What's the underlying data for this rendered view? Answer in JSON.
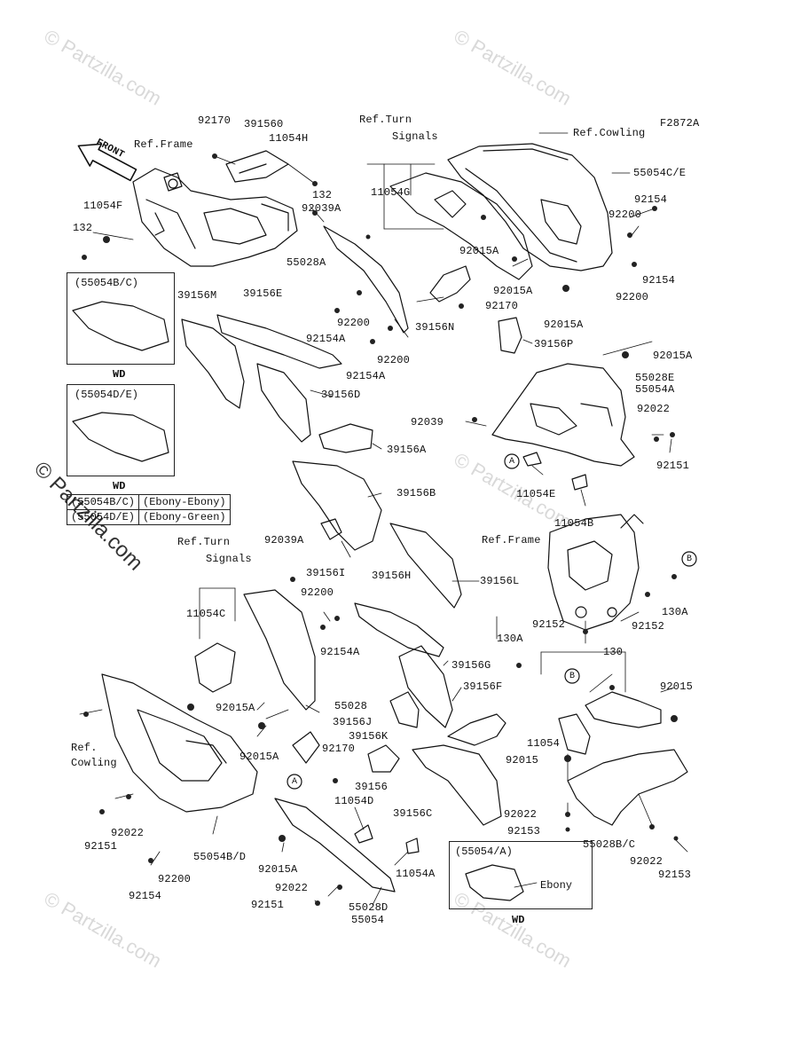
{
  "diagram_code": "F2872A",
  "watermark": "© Partzilla.com",
  "front_arrow": "FRONT",
  "labels": {
    "ref_frame_top": "Ref.Frame",
    "ref_turn_signals_top_1": "Ref.Turn",
    "ref_turn_signals_top_2": "Signals",
    "ref_cowling_top": "Ref.Cowling",
    "ref_frame_mid": "Ref.Frame",
    "ref_turn_signals_mid_1": "Ref.Turn",
    "ref_turn_signals_mid_2": "Signals",
    "ref_cowling_low_1": "Ref.",
    "ref_cowling_low_2": "Cowling",
    "p92170_a": "92170",
    "p391560": "391560",
    "p11054H": "11054H",
    "p132_a": "132",
    "p92039A_a": "92039A",
    "p11054F": "11054F",
    "p132_b": "132",
    "p11054G": "11054G",
    "p55054CE": "55054C/E",
    "p92154_a": "92154",
    "p92200_a": "92200",
    "p92154_b": "92154",
    "p92200_b": "92200",
    "p55028A": "55028A",
    "p92015A_a": "92015A",
    "p92015A_b": "92015A",
    "p92170_b": "92170",
    "p92015A_c": "92015A",
    "p39156M": "39156M",
    "p39156E": "39156E",
    "p92200_c": "92200",
    "p92154A_a": "92154A",
    "p39156N": "39156N",
    "p92200_d": "92200",
    "p92154A_b": "92154A",
    "p39156P": "39156P",
    "p92015A_d": "92015A",
    "p55028E": "55028E",
    "p55054A": "55054A",
    "p39156D": "39156D",
    "p92039": "92039",
    "p92022_a": "92022",
    "p92151_a": "92151",
    "p39156A": "39156A",
    "p11054E": "11054E",
    "p39156B": "39156B",
    "p11054B": "11054B",
    "p92039A_b": "92039A",
    "p39156I": "39156I",
    "p39156H": "39156H",
    "p39156L": "39156L",
    "p92200_e": "92200",
    "p11054C": "11054C",
    "p92154A_c": "92154A",
    "p92152_a": "92152",
    "p130A_a": "130A",
    "p130A_b": "130A",
    "p92152_b": "92152",
    "p39156G": "39156G",
    "p130": "130",
    "p92015A_e": "92015A",
    "p55028": "55028",
    "p39156J": "39156J",
    "p39156F": "39156F",
    "p92015": "92015",
    "p39156K": "39156K",
    "p11054": "11054",
    "p92015A_f": "92015A",
    "p92170_c": "92170",
    "p92015_b": "92015",
    "p39156": "39156",
    "p11054D": "11054D",
    "p39156C": "39156C",
    "p92022_b": "92022",
    "p92153_a": "92153",
    "p55028BC": "55028B/C",
    "p92022_c": "92022",
    "p92151_b": "92151",
    "p55054BD": "55054B/D",
    "p92022_d": "92022",
    "p92153_b": "92153",
    "p92200_f": "92200",
    "p92015A_g": "92015A",
    "p11054A": "11054A",
    "p92154_c": "92154",
    "p92022_e": "92022",
    "p92151_c": "92151",
    "p55028D": "55028D",
    "p55054": "55054"
  },
  "callouts": {
    "a1": "A",
    "a2": "A",
    "b1": "B",
    "b2": "B"
  },
  "insets": {
    "bc": {
      "title": "(55054B/C)",
      "wd": "WD"
    },
    "de": {
      "title": "(55054D/E)",
      "wd": "WD"
    },
    "a": {
      "title": "(55054/A)",
      "note": "Ebony",
      "wd": "WD"
    }
  },
  "color_table": [
    {
      "part": "(55054B/C)",
      "color": "(Ebony-Ebony)"
    },
    {
      "part": "(55054D/E)",
      "color": "(Ebony-Green)"
    }
  ]
}
